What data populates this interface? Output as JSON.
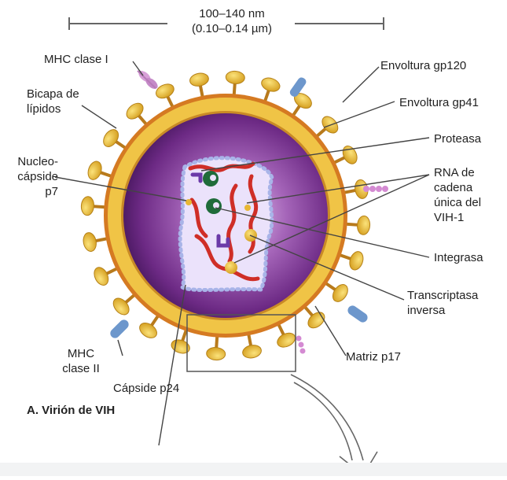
{
  "figure": {
    "scale_bar": {
      "line1": "100–140 nm",
      "line2": "(0.10–0.14 µm)"
    },
    "panel_caption": "A. Virión de VIH",
    "labels": {
      "mhc1": "MHC clase I",
      "bicapa1": "Bicapa de",
      "bicapa2": "lípidos",
      "nucleo1": "Nucleo-",
      "nucleo2": "cápside",
      "nucleo3": "p7",
      "mhc2a": "MHC",
      "mhc2b": "clase II",
      "capside": "Cápside p24",
      "gp120": "Envoltura gp120",
      "gp41": "Envoltura gp41",
      "proteasa": "Proteasa",
      "rna1": "RNA de",
      "rna2": "cadena",
      "rna3": "única del",
      "rna4": "VIH-1",
      "integrasa": "Integrasa",
      "trans1": "Transcriptasa",
      "trans2": "inversa",
      "matriz": "Matriz p17"
    },
    "colors": {
      "envelope_gold": "#e8b735",
      "bilayer_orange": "#d8771f",
      "matrix_purple": "#8a3b9d",
      "capsid_lavender": "#e8defa",
      "rna_red": "#cf2e27",
      "protein_blue": "#6d97cc",
      "leader_gray": "#555555"
    }
  }
}
